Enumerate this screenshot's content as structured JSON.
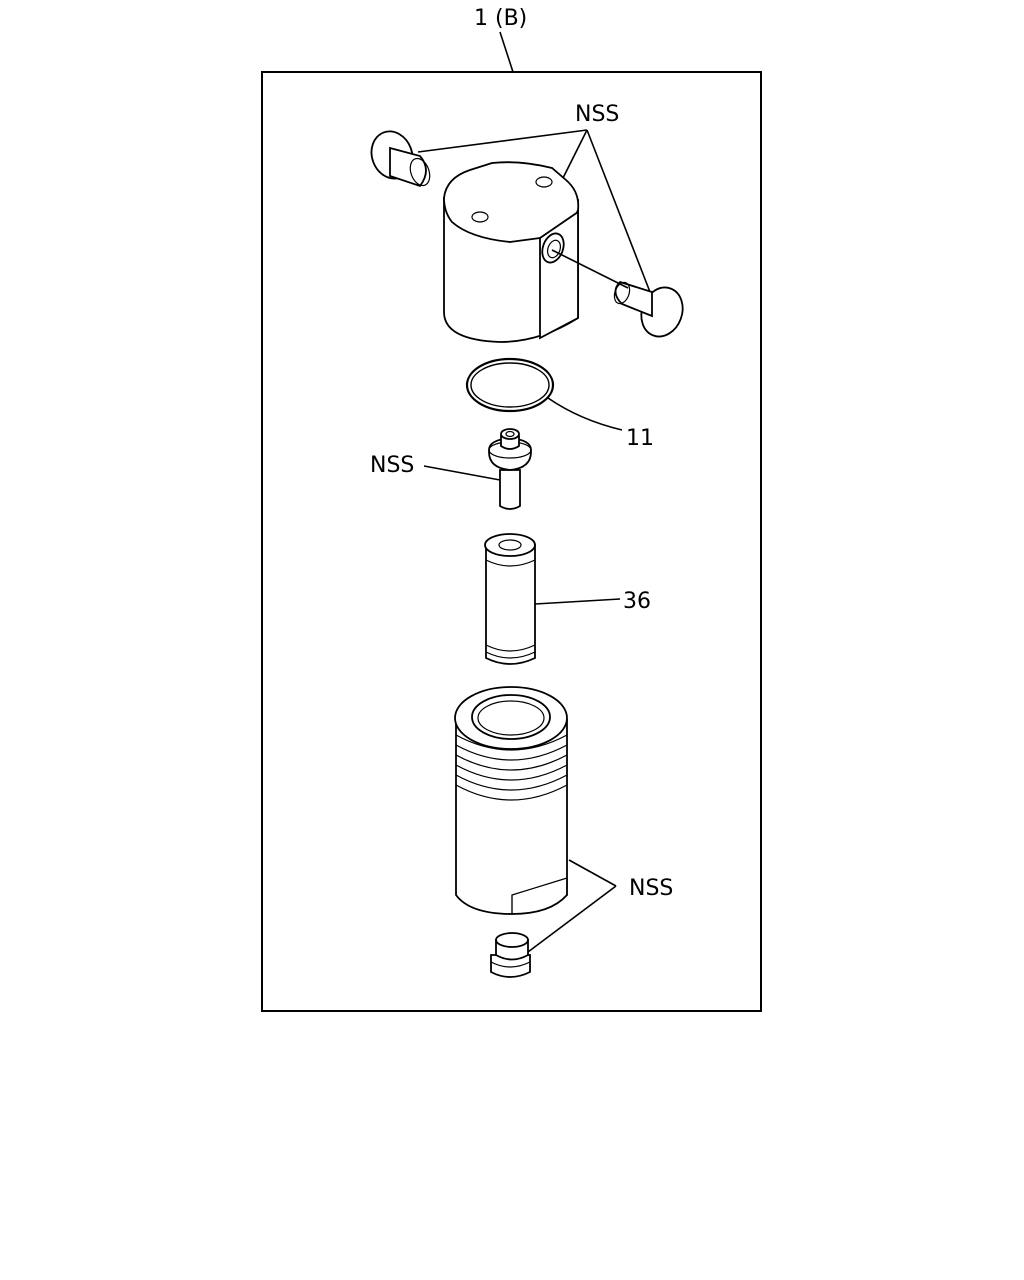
{
  "diagram": {
    "assembly_label": "1 (B)",
    "callouts": {
      "nss_top": "NSS",
      "oring": "11",
      "nss_middle": "NSS",
      "filter": "36",
      "nss_bottom": "NSS"
    }
  }
}
